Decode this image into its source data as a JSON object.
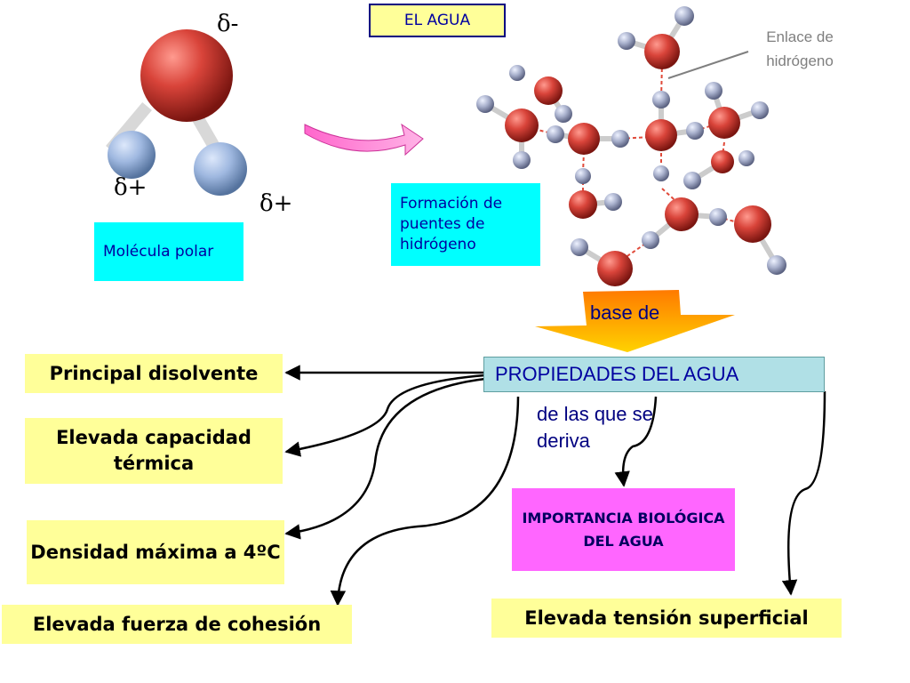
{
  "title": "EL AGUA",
  "molecule": {
    "delta_minus": "δ-",
    "delta_plus_left": "δ+",
    "delta_plus_right": "δ+",
    "caption": "Molécula polar"
  },
  "hbond": {
    "caption": "Formación de puentes de hidrógeno",
    "enlace_label": "Enlace de hidrógeno"
  },
  "base_label": "base de",
  "properties_title": "PROPIEDADES DEL AGUA",
  "derive_label": "de las que se deriva",
  "importance": "IMPORTANCIA BIOLÓGICA DEL AGUA",
  "properties": {
    "disolvente": "Principal disolvente",
    "termica": "Elevada capacidad térmica",
    "densidad": "Densidad máxima a 4ºC",
    "cohesion": "Elevada fuerza de cohesión",
    "tension": "Elevada tensión superficial"
  },
  "colors": {
    "yellow_box": "#ffff99",
    "cyan_box": "#00ffff",
    "magenta_box": "#ff66ff",
    "properties_box": "#b0e0e6",
    "oxygen": "#d9443a",
    "hydrogen": "#a8b0cc"
  }
}
